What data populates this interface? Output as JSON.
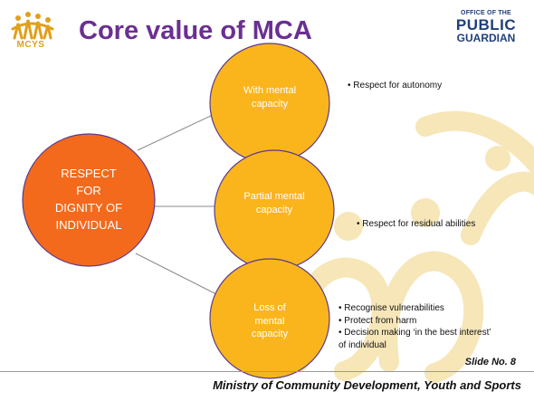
{
  "header": {
    "title": "Core value of MCA",
    "left_logo_text": "MCYS",
    "right_logo": {
      "line1": "OFFICE OF THE",
      "line2": "PUBLIC",
      "line3": "GUARDIAN"
    }
  },
  "colors": {
    "title": "#6b2f91",
    "center_node": "#f36a1c",
    "outer_node": "#fab51c",
    "node_border": "#5a3a8c",
    "connector": "#8a8a8a",
    "watermark": "#f6e6b8"
  },
  "diagram": {
    "center": {
      "lines": [
        "RESPECT",
        "FOR",
        "DIGNITY OF",
        "INDIVIDUAL"
      ]
    },
    "nodes": [
      {
        "lines": [
          "With mental",
          "capacity"
        ],
        "bullets": [
          "• Respect for autonomy"
        ]
      },
      {
        "lines": [
          "Partial mental",
          "capacity"
        ],
        "bullets": [
          "• Respect for residual abilities"
        ]
      },
      {
        "lines": [
          "Loss of",
          "mental",
          "capacity"
        ],
        "bullets": [
          "• Recognise vulnerabilities",
          "• Protect from harm",
          "• Decision making ‘in the best interest’",
          "of individual"
        ]
      }
    ]
  },
  "slide_number": "Slide No. 8",
  "footer": "Ministry of Community Development, Youth and Sports"
}
